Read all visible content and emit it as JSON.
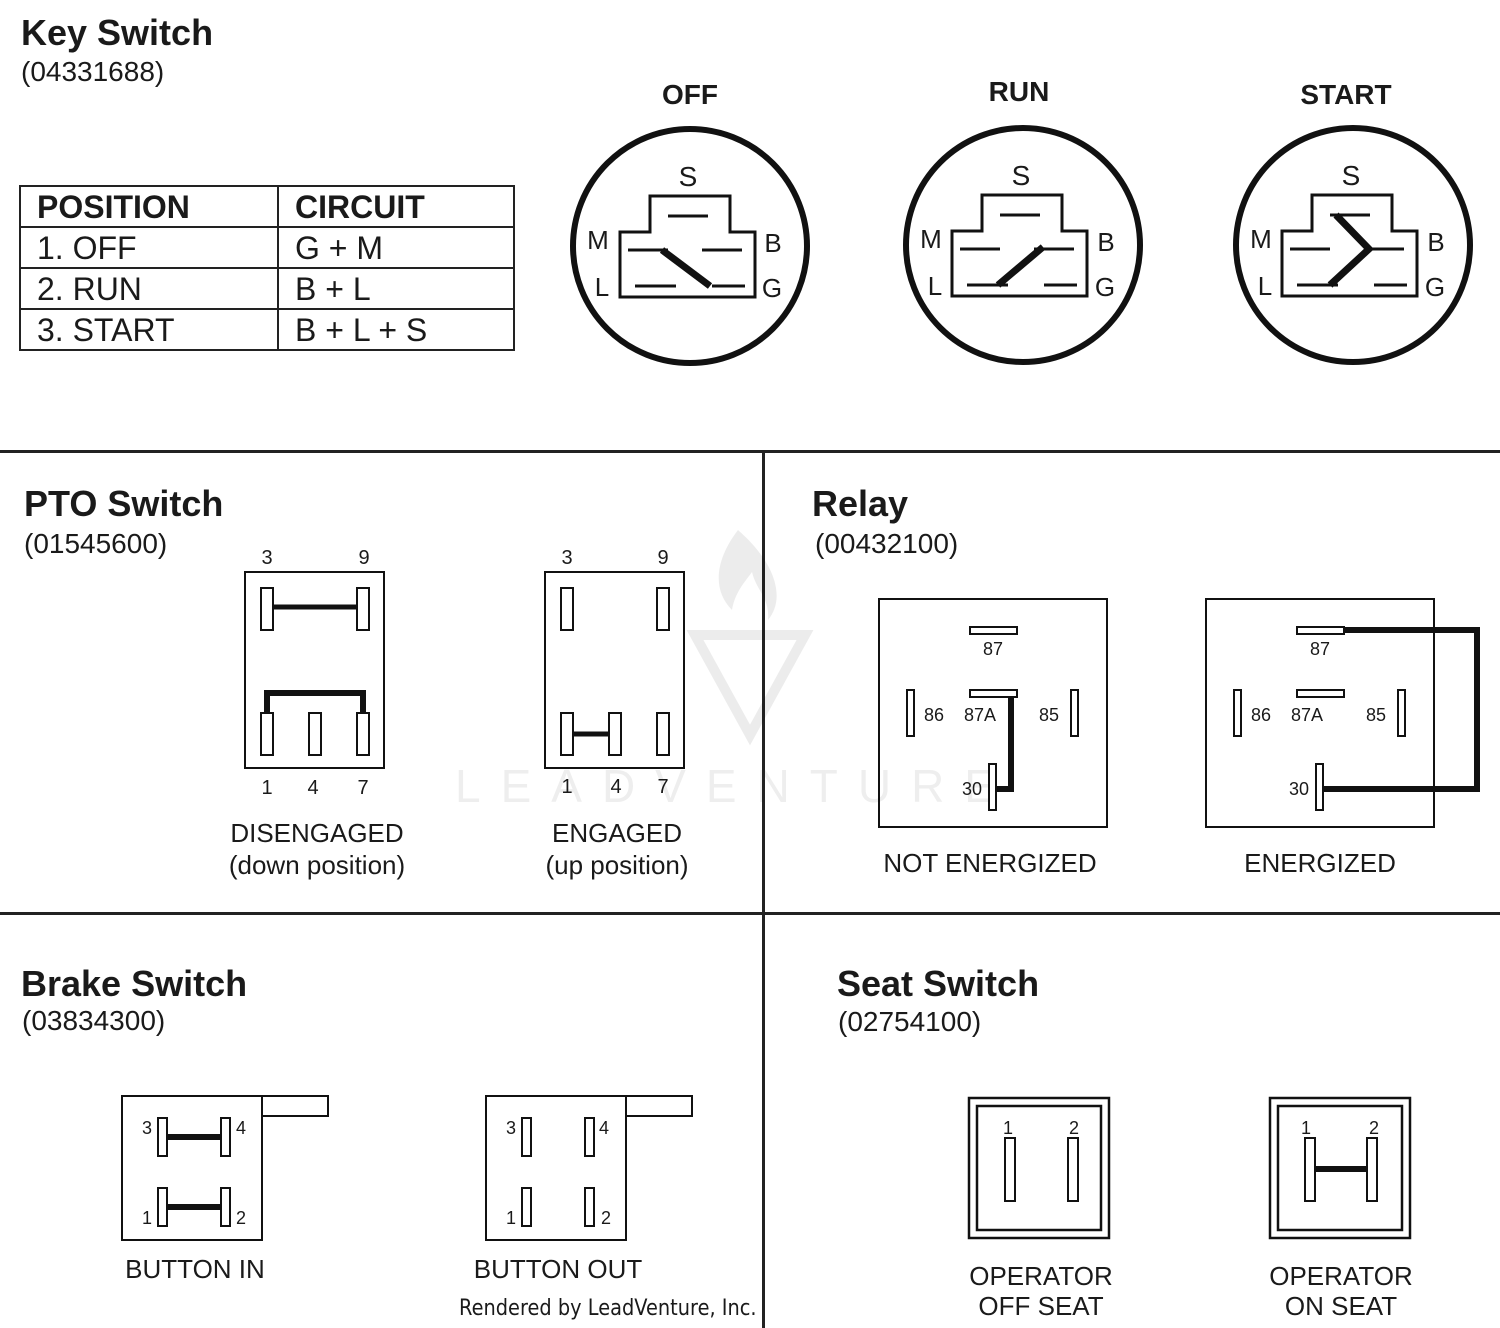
{
  "key_switch": {
    "title": "Key Switch",
    "part_number": "(04331688)",
    "table": {
      "headers": [
        "POSITION",
        "CIRCUIT"
      ],
      "rows": [
        [
          "1. OFF",
          "G + M"
        ],
        [
          "2. RUN",
          "B + L"
        ],
        [
          "3. START",
          "B + L + S"
        ]
      ]
    },
    "positions": [
      "OFF",
      "RUN",
      "START"
    ],
    "terminals": {
      "s": "S",
      "m": "M",
      "b": "B",
      "l": "L",
      "g": "G"
    }
  },
  "pto_switch": {
    "title": "PTO Switch",
    "part_number": "(01545600)",
    "pins_top": [
      "3",
      "9"
    ],
    "pins_bottom": [
      "1",
      "4",
      "7"
    ],
    "states": [
      {
        "label": "DISENGAGED",
        "sub": "(down position)"
      },
      {
        "label": "ENGAGED",
        "sub": "(up position)"
      }
    ]
  },
  "relay": {
    "title": "Relay",
    "part_number": "(00432100)",
    "terminals": [
      "87",
      "86",
      "87A",
      "85",
      "30"
    ],
    "states": [
      "NOT ENERGIZED",
      "ENERGIZED"
    ]
  },
  "brake_switch": {
    "title": "Brake Switch",
    "part_number": "(03834300)",
    "pins": [
      "3",
      "4",
      "1",
      "2"
    ],
    "states": [
      "BUTTON IN",
      "BUTTON OUT"
    ]
  },
  "seat_switch": {
    "title": "Seat Switch",
    "part_number": "(02754100)",
    "pins": [
      "1",
      "2"
    ],
    "states": [
      {
        "line1": "OPERATOR",
        "line2": "OFF SEAT"
      },
      {
        "line1": "OPERATOR",
        "line2": "ON SEAT"
      }
    ]
  },
  "watermark": "LEADVENTURE",
  "credit": "Rendered by LeadVenture, Inc."
}
